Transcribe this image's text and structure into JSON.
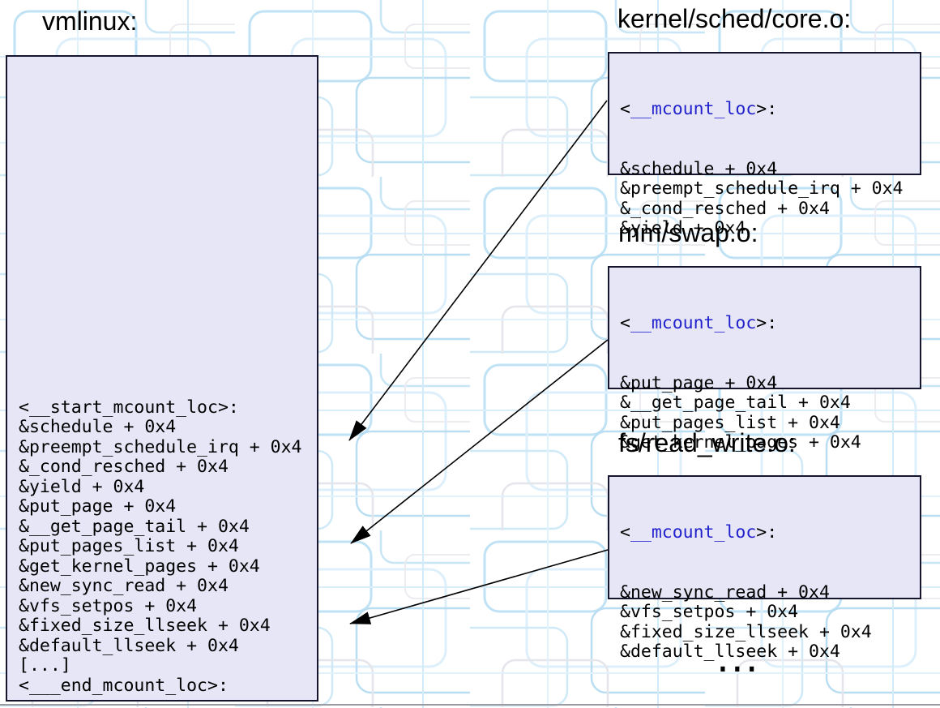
{
  "vmlinux": {
    "title": "vmlinux:",
    "lines": [
      "<__start_mcount_loc>:",
      "&schedule + 0x4",
      "&preempt_schedule_irq + 0x4",
      "&_cond_resched + 0x4",
      "&yield + 0x4",
      "&put_page + 0x4",
      "&__get_page_tail + 0x4",
      "&put_pages_list + 0x4",
      "&get_kernel_pages + 0x4",
      "&new_sync_read + 0x4",
      "&vfs_setpos + 0x4",
      "&fixed_size_llseek + 0x4",
      "&default_llseek + 0x4",
      "[...]",
      "<___end_mcount_loc>:"
    ]
  },
  "object_files": [
    {
      "title": "kernel/sched/core.o:",
      "section": {
        "open": "<",
        "name": "__mcount_loc",
        "close": ">:"
      },
      "entries": [
        "&schedule + 0x4",
        "&preempt_schedule_irq + 0x4",
        "&_cond_resched + 0x4",
        "&yield + 0x4"
      ]
    },
    {
      "title": "mm/swap.o:",
      "section": {
        "open": "<",
        "name": "__mcount_loc",
        "close": ">:"
      },
      "entries": [
        "&put_page + 0x4",
        "&__get_page_tail + 0x4",
        "&put_pages_list + 0x4",
        "&get_kernel_pages + 0x4"
      ]
    },
    {
      "title": "fs/read_write.o:",
      "section": {
        "open": "<",
        "name": "__mcount_loc",
        "close": ">:"
      },
      "entries": [
        "&new_sync_read + 0x4",
        "&vfs_setpos + 0x4",
        "&fixed_size_llseek + 0x4",
        "&default_llseek + 0x4"
      ]
    }
  ],
  "ellipsis": "...",
  "colors": {
    "box_fill": "#e6e6f7",
    "box_border": "#15152e",
    "section_link_blue": "#2222cc",
    "arrow": "#000000",
    "text": "#000000",
    "pattern_blue": "#bfe2f4",
    "pattern_light_blue": "#ddeffa",
    "pattern_gray": "#e5e6ec"
  }
}
